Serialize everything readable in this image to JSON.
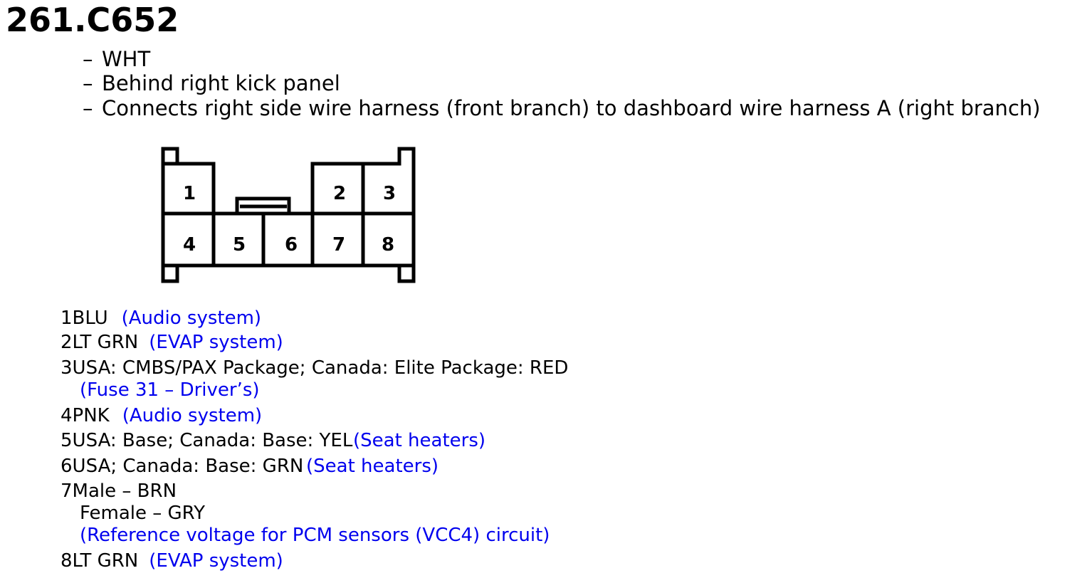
{
  "connector_id": "261.C652",
  "info": {
    "color": "WHT",
    "location": "Behind right kick panel",
    "connects": "Connects right side wire harness (front branch) to dashboard wire harness A (right branch)",
    "dash": "–"
  },
  "diagram": {
    "pins": [
      "1",
      "2",
      "3",
      "4",
      "5",
      "6",
      "7",
      "8"
    ]
  },
  "pins": [
    {
      "num": "1",
      "wire": "BLU",
      "sep": "  ",
      "desc": "(Audio system)"
    },
    {
      "num": "2",
      "wire": "LT GRN",
      "sep": "  ",
      "desc": "(EVAP system)"
    },
    {
      "num": "3",
      "wire": "USA: CMBS/PAX Package; Canada: Elite Package: RED",
      "desc": "(Fuse 31 – Driver’s)"
    },
    {
      "num": "4",
      "wire": "PNK",
      "sep": "  ",
      "desc": "(Audio system)"
    },
    {
      "num": "5",
      "wire": "USA: Base; Canada: Base: YEL",
      "desc": "(Seat heaters)"
    },
    {
      "num": "6",
      "wire": "USA; Canada: Base: GRN",
      "desc": "(Seat heaters)"
    },
    {
      "num": "7",
      "wire": "Male – BRN",
      "wire2": "Female – GRY",
      "desc": "(Reference voltage for PCM sensors (VCC4) circuit)"
    },
    {
      "num": "8",
      "wire": "LT GRN",
      "sep": "  ",
      "desc": "(EVAP system)"
    }
  ]
}
